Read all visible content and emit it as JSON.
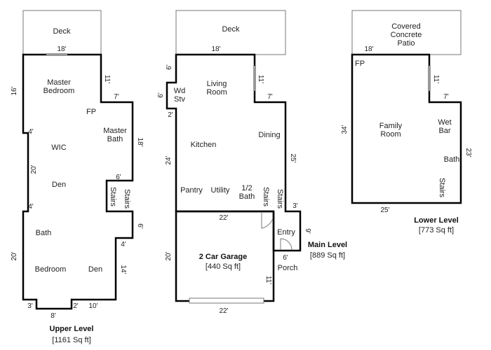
{
  "colors": {
    "wall": "#000000",
    "thin_line": "#777777",
    "window_fill": "#cccccc",
    "background": "#ffffff"
  },
  "upper": {
    "rooms": {
      "deck": "Deck",
      "master_1": "Master",
      "master_2": "Bedroom",
      "fp": "FP",
      "mbath_1": "Master",
      "mbath_2": "Bath",
      "wic": "WIC",
      "den_top": "Den",
      "stairs_1": "Stairs",
      "stairs_2": "Stairs",
      "bath": "Bath",
      "bedroom": "Bedroom",
      "den_bottom": "Den"
    },
    "dims": {
      "d18": "18'",
      "d16": "16'",
      "d11": "11'",
      "d7": "7'",
      "d18r": "18'",
      "d4a": "4'",
      "d20a": "20'",
      "d6a": "6'",
      "d4b": "4'",
      "d6b": "6'",
      "d4c": "4'",
      "d20b": "20'",
      "d14": "14'",
      "d3": "3'",
      "d2": "2'",
      "d10": "10'",
      "d8": "8'"
    },
    "label": "Upper Level",
    "area": "[1161 Sq ft]"
  },
  "main": {
    "rooms": {
      "deck": "Deck",
      "wd_1": "Wd",
      "wd_2": "Stv",
      "living_1": "Living",
      "living_2": "Room",
      "dining": "Dining",
      "kitchen": "Kitchen",
      "pantry": "Pantry",
      "utility": "Utility",
      "half_1": "1/2",
      "half_2": "Bath",
      "stairs_1": "Stairs",
      "stairs_2": "Stairs",
      "entry": "Entry",
      "porch": "Porch",
      "garage": "2 Car Garage",
      "garage_area": "[440 Sq ft]"
    },
    "dims": {
      "d6a": "6'",
      "d18": "18'",
      "d6b": "6'",
      "d11": "11'",
      "d2": "2'",
      "d7": "7'",
      "d24": "24'",
      "d25": "25'",
      "d22a": "22'",
      "d3": "3'",
      "d9": "9'",
      "d6c": "6'",
      "d20": "20'",
      "d11b": "11'",
      "d22b": "22'"
    },
    "label": "Main Level",
    "area": "[889 Sq ft]"
  },
  "lower": {
    "rooms": {
      "patio_1": "Covered",
      "patio_2": "Concrete",
      "patio_3": "Patio",
      "fp": "FP",
      "family_1": "Family",
      "family_2": "Room",
      "wet_1": "Wet",
      "wet_2": "Bar",
      "bath": "Bath",
      "stairs": "Stairs"
    },
    "dims": {
      "d18": "18'",
      "d11": "11'",
      "d7": "7'",
      "d34": "34'",
      "d23": "23'",
      "d25": "25'"
    },
    "label": "Lower Level",
    "area": "[773 Sq ft]"
  }
}
